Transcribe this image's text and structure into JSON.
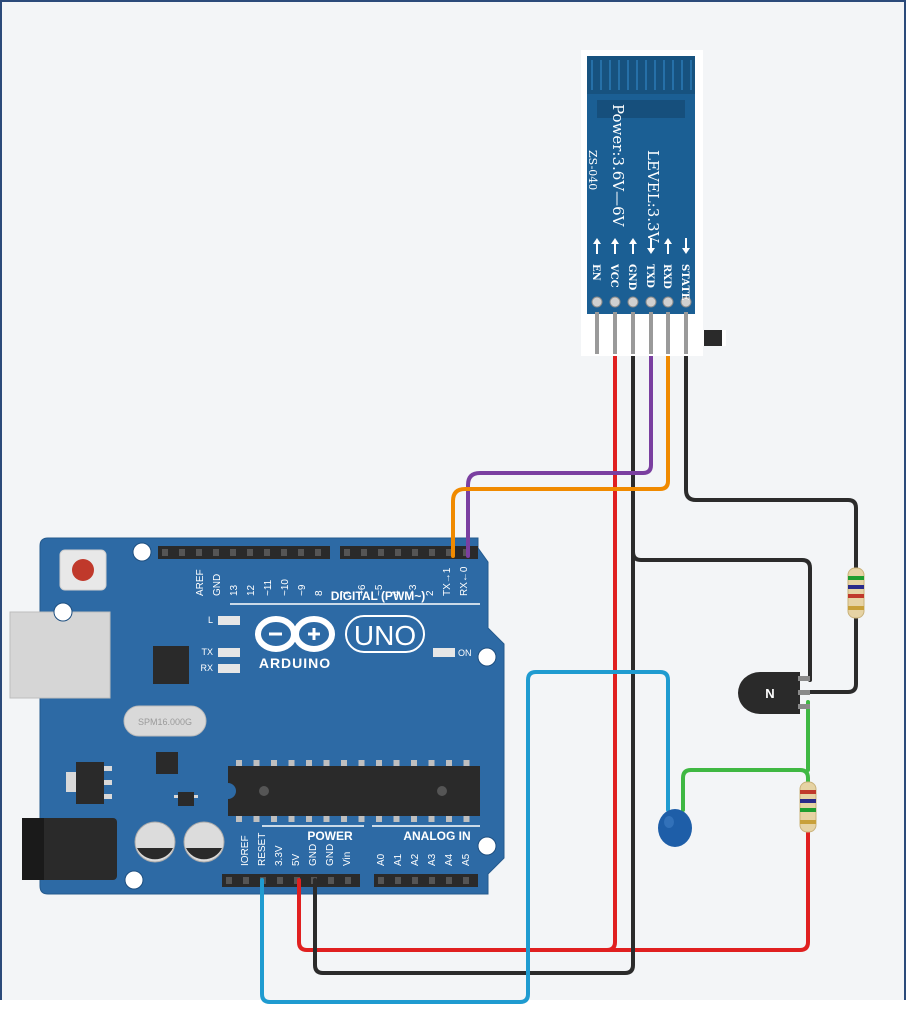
{
  "arduino": {
    "digital_label": "DIGITAL (PWM~)",
    "brand": "ARDUINO",
    "model": "UNO",
    "on_label": "ON",
    "l_label": "L",
    "tx_label": "TX",
    "rx_label": "RX",
    "crystal_label": "SPM16.000G",
    "power_label": "POWER",
    "analog_label": "ANALOG IN",
    "digital_pins": [
      "AREF",
      "GND",
      "13",
      "12",
      "~11",
      "~10",
      "~9",
      "8",
      "7",
      "~6",
      "~5",
      "4",
      "~3",
      "2",
      "TX→1",
      "RX←0"
    ],
    "power_pins": [
      "IOREF",
      "RESET",
      "3.3V",
      "5V",
      "GND",
      "GND",
      "Vin"
    ],
    "analog_pins": [
      "A0",
      "A1",
      "A2",
      "A3",
      "A4",
      "A5"
    ]
  },
  "bt_module": {
    "power_text": "Power:3.6V—6V",
    "level_text": "LEVEL:3.3V",
    "model_text": "ZS-040",
    "pins": [
      "EN",
      "VCC",
      "GND",
      "TXD",
      "RXD",
      "STATE"
    ]
  },
  "transistor": {
    "label": "N"
  },
  "colors": {
    "board": "#2d6aa5",
    "bt_board": "#1b5f94",
    "wire_red": "#e02020",
    "wire_black": "#2b2b2b",
    "wire_orange": "#f08a00",
    "wire_purple": "#7a3fa0",
    "wire_blue": "#1f9bd0",
    "wire_green": "#3fb843",
    "capacitor": "#1e5ea8"
  }
}
